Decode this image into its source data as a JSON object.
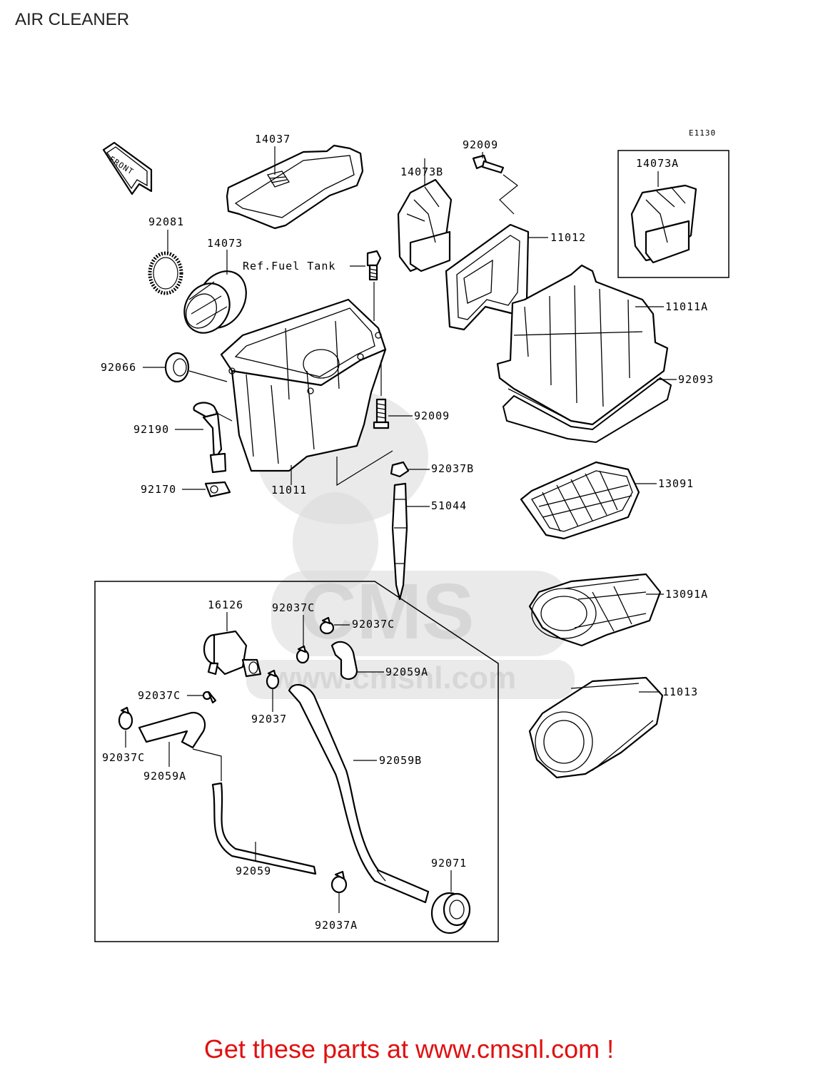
{
  "title": "AIR CLEANER",
  "footer": "Get these parts at www.cmsnl.com !",
  "diagram_code": "E1130",
  "front_label": "FRONT",
  "watermark": {
    "brand": "CMS",
    "url": "www.cmsnl.com"
  },
  "colors": {
    "footer_text": "#e01010",
    "line": "#000000",
    "watermark": "#d0d0d0"
  },
  "labels": {
    "p14037": "14037",
    "p92009_top": "92009",
    "p14073B": "14073B",
    "p14073A": "14073A",
    "p92081": "92081",
    "p14073": "14073",
    "ref_fuel_tank": "Ref.Fuel Tank",
    "p11012": "11012",
    "p11011A": "11011A",
    "p92066": "92066",
    "p92093": "92093",
    "p92009_mid": "92009",
    "p92190": "92190",
    "p92037B": "92037B",
    "p92170": "92170",
    "p11011": "11011",
    "p13091": "13091",
    "p51044": "51044",
    "p13091A": "13091A",
    "p16126": "16126",
    "p92037C_a": "92037C",
    "p92037C_b": "92037C",
    "p92059A_a": "92059A",
    "p92037C_c": "92037C",
    "p92037": "92037",
    "p11013": "11013",
    "p92037C_d": "92037C",
    "p92059A_b": "92059A",
    "p92059B": "92059B",
    "p92059": "92059",
    "p92071": "92071",
    "p92037A": "92037A"
  }
}
